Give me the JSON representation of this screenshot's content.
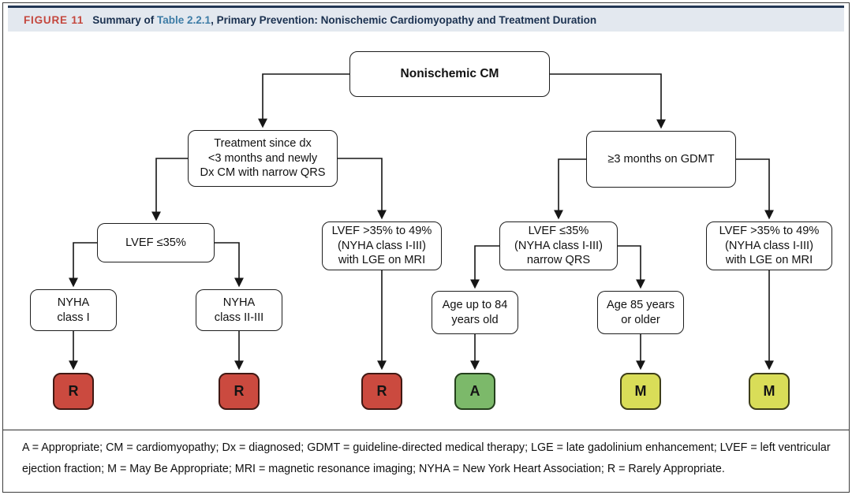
{
  "figure": {
    "label": "FIGURE 11",
    "title_prefix": "Summary of ",
    "table_ref": "Table 2.2.1",
    "title_suffix": ", Primary Prevention: Nonischemic Cardiomyopathy and Treatment Duration"
  },
  "flowchart": {
    "nodes": {
      "root": "Nonischemic CM",
      "treatment": "Treatment since dx\n<3 months and newly\nDx CM with narrow QRS",
      "gdmt": "≥3 months on GDMT",
      "lvef_le35": "LVEF ≤35%",
      "lvef_35_49_left": "LVEF >35% to 49%\n(NYHA class I-III)\nwith LGE on MRI",
      "lvef_le35_qrs": "LVEF ≤35%\n(NYHA class I-III)\nnarrow QRS",
      "lvef_35_49_right": "LVEF >35% to 49%\n(NYHA class I-III)\nwith LGE on MRI",
      "nyha_1": "NYHA\nclass I",
      "nyha_23": "NYHA\nclass II-III",
      "age_le84": "Age up to 84\nyears old",
      "age_ge85": "Age 85 years\nor older"
    },
    "results": {
      "r1": {
        "label": "R",
        "fill": "#cb4a3f"
      },
      "r2": {
        "label": "R",
        "fill": "#cb4a3f"
      },
      "r3": {
        "label": "R",
        "fill": "#cb4a3f"
      },
      "a1": {
        "label": "A",
        "fill": "#7cb96a"
      },
      "m1": {
        "label": "M",
        "fill": "#d9dd58"
      },
      "m2": {
        "label": "M",
        "fill": "#d9dd58"
      }
    },
    "edges": [
      {
        "from": "root",
        "to": "treatment"
      },
      {
        "from": "root",
        "to": "gdmt"
      },
      {
        "from": "treatment",
        "to": "lvef_le35"
      },
      {
        "from": "treatment",
        "to": "lvef_35_49_left"
      },
      {
        "from": "gdmt",
        "to": "lvef_le35_qrs"
      },
      {
        "from": "gdmt",
        "to": "lvef_35_49_right"
      },
      {
        "from": "lvef_le35",
        "to": "nyha_1"
      },
      {
        "from": "lvef_le35",
        "to": "nyha_23"
      },
      {
        "from": "nyha_1",
        "to": "r1"
      },
      {
        "from": "nyha_23",
        "to": "r2"
      },
      {
        "from": "lvef_35_49_left",
        "to": "r3"
      },
      {
        "from": "lvef_le35_qrs",
        "to": "age_le84"
      },
      {
        "from": "lvef_le35_qrs",
        "to": "age_ge85"
      },
      {
        "from": "age_le84",
        "to": "a1"
      },
      {
        "from": "age_ge85",
        "to": "m1"
      },
      {
        "from": "lvef_35_49_right",
        "to": "m2"
      }
    ],
    "colors": {
      "rarely_appropriate": "#cb4a3f",
      "appropriate": "#7cb96a",
      "may_be_appropriate": "#d9dd58",
      "header_background": "#e3e8ef",
      "header_rule": "#223654",
      "figure_label_red": "#c4473e",
      "title_navy": "#1b3150",
      "table_ref_blue": "#3e7ca6"
    }
  },
  "footnote": {
    "line1": "A = Appropriate; CM = cardiomyopathy; Dx = diagnosed; GDMT = guideline-directed medical therapy; LGE = late gadolinium enhancement; LVEF = left ventricular",
    "line2": "ejection fraction; M = May Be Appropriate; MRI = magnetic resonance imaging; NYHA = New York Heart Association; R = Rarely Appropriate."
  }
}
